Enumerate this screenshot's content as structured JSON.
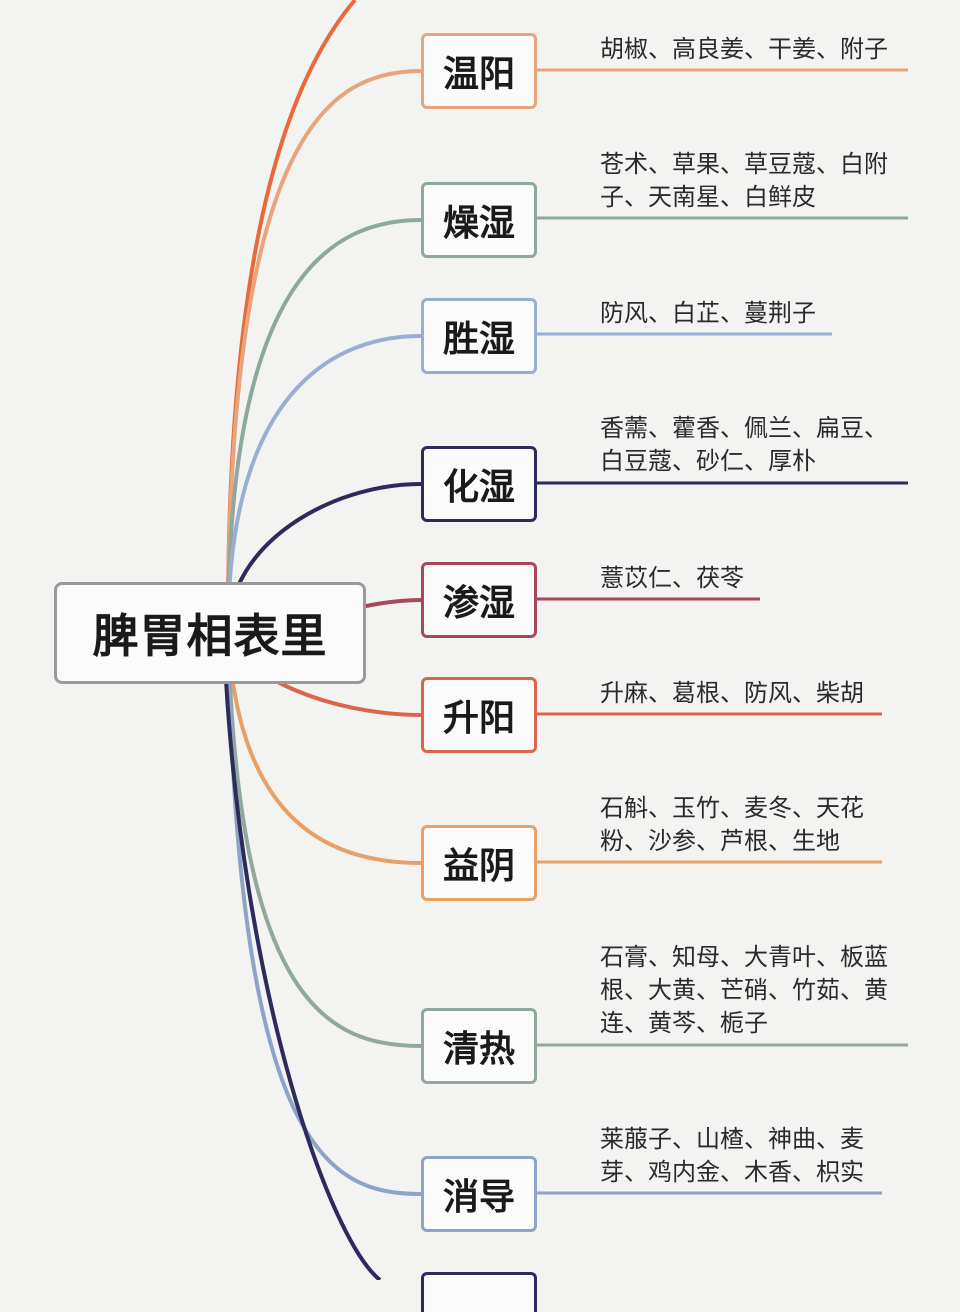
{
  "root": {
    "label": "脾胃相表里"
  },
  "branches": [
    {
      "label": "温阳",
      "herbs": "胡椒、高良姜、干姜、附子",
      "color": "#e8a57c"
    },
    {
      "label": "燥湿",
      "herbs": "苍术、草果、草豆蔻、白附子、天南星、白鲜皮",
      "color": "#8ea89c"
    },
    {
      "label": "胜湿",
      "herbs": "防风、白芷、蔓荆子",
      "color": "#9aaed0"
    },
    {
      "label": "化湿",
      "herbs": "香薷、藿香、佩兰、扁豆、白豆蔻、砂仁、厚朴",
      "color": "#2d2a5c"
    },
    {
      "label": "渗湿",
      "herbs": "薏苡仁、茯苓",
      "color": "#a8485a"
    },
    {
      "label": "升阳",
      "herbs": "升麻、葛根、防风、柴胡",
      "color": "#d9664b"
    },
    {
      "label": "益阴",
      "herbs": "石斛、玉竹、麦冬、天花粉、沙参、芦根、生地",
      "color": "#e8a066"
    },
    {
      "label": "清热",
      "herbs": "石膏、知母、大青叶、板蓝根、大黄、芒硝、竹茹、黄连、黄芩、栀子",
      "color": "#93a89c"
    },
    {
      "label": "消导",
      "herbs": "莱菔子、山楂、神曲、麦芽、鸡内金、木香、枳实",
      "color": "#8fa3c8"
    }
  ],
  "cutoff_branch": {
    "color": "#2d2a5c"
  },
  "colors": {
    "background": "#f3f3f2",
    "node_border": "#999999"
  }
}
